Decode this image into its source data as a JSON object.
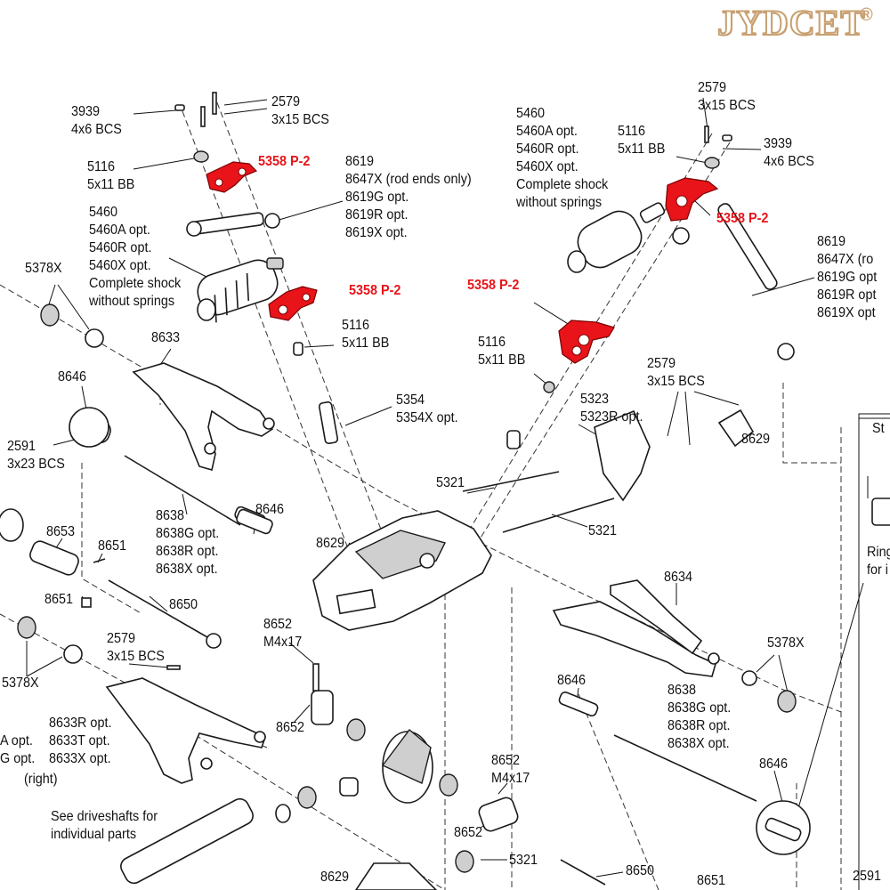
{
  "brand": {
    "name": "JYDCET",
    "registered_mark": "®"
  },
  "callouts": {
    "c01": "3939\n4x6 BCS",
    "c02": "2579\n3x15 BCS",
    "c03": "5116\n5x11 BB",
    "c04": "5358 P-2",
    "c05": "8619\n8647X (rod ends only)\n8619G opt.\n8619R opt.\n8619X opt.",
    "c06": "5460\n5460A opt.\n5460R opt.\n5460X opt.\nComplete shock\nwithout springs",
    "c07": "5378X",
    "c08": "5358 P-2",
    "c09": "5116\n5x11 BB",
    "c10": "8633",
    "c11": "8646",
    "c12": "2591\n3x23 BCS",
    "c13": "5354\n5354X opt.",
    "c14": "8638\n8638G opt.\n8638R opt.\n8638X opt.",
    "c15": "8646",
    "c16": "8653",
    "c17": "8651",
    "c18": "8651",
    "c19": "8650",
    "c20": "5378X",
    "c21": "2579\n3x15 BCS",
    "c22": "8652\nM4x17",
    "c23": "A opt.\nG opt.",
    "c24": "8633R opt.\n8633T opt.\n8633X opt.",
    "c25": "(right)",
    "c26": "8652",
    "c27": "See driveshafts for\nindividual parts",
    "c28": "8629",
    "c29": "5460\n5460A opt.\n5460R opt.\n5460X opt.\nComplete shock\nwithout springs",
    "c30": "2579\n3x15 BCS",
    "c31": "5116\n5x11 BB",
    "c32": "3939\n4x6 BCS",
    "c33": "5358 P-2",
    "c34": "8619\n8647X (ro\n8619G opt\n8619R opt\n8619X opt",
    "c35": "5358 P-2",
    "c36": "5116\n5x11 BB",
    "c37": "2579\n3x15 BCS",
    "c38": "5323\n5323R opt.",
    "c39": "8629",
    "c40": "5321",
    "c41": "8629",
    "c42": "5321",
    "c43": "8634",
    "c44": "5378X",
    "c45": "8646",
    "c46": "8638\n8638G opt.\n8638R opt.\n8638X opt.",
    "c47": "8646",
    "c48": "8652\nM4x17",
    "c49": "8652",
    "c50": "8629",
    "c51": "5321",
    "c52": "8650",
    "c53": "8651",
    "c54": "2591",
    "c55": "St",
    "c56": "Ring\nfor i"
  }
}
